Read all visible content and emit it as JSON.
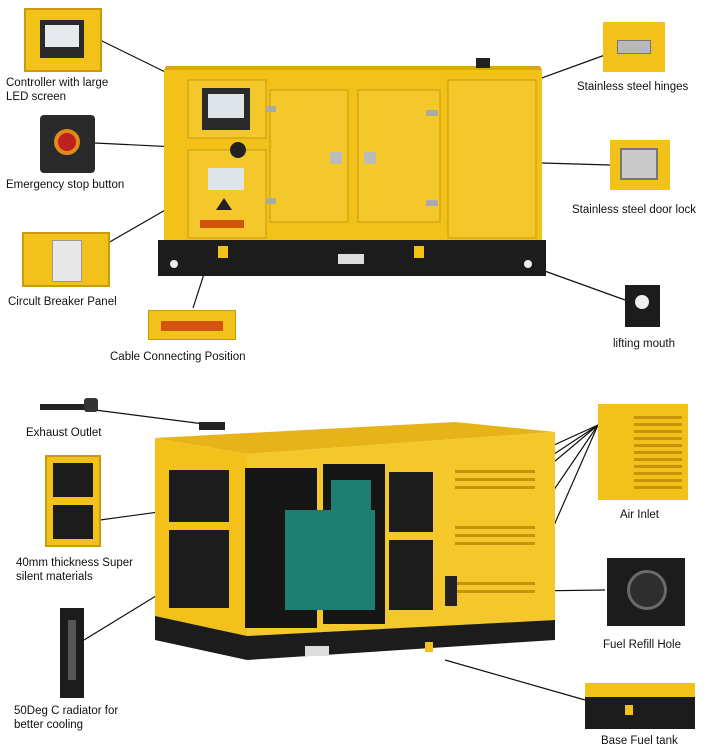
{
  "top_callouts": {
    "controller": "Controller with large\nLED screen",
    "emergency_stop": "Emergency stop button",
    "circuit_breaker": "Circult Breaker Panel",
    "cable_position": "Cable Connecting Position",
    "hinges": "Stainless steel hinges",
    "door_lock": "Stainless steel door lock",
    "lifting_mouth": "lifting mouth"
  },
  "bottom_callouts": {
    "exhaust": "Exhaust Outlet",
    "silent_materials": "40mm thickness Super\nsilent materials",
    "radiator": "50Deg C radiator for\nbetter cooling",
    "air_inlet": "Air Inlet",
    "fuel_refill": "Fuel Refill Hole",
    "fuel_tank": "Base Fuel tank"
  },
  "colors": {
    "canopy_yellow": "#f2c21b",
    "base_black": "#1c1c1c",
    "engine_teal": "#1f7f73"
  },
  "icons": [
    "controller-icon",
    "emergency-stop-icon",
    "breaker-panel-icon",
    "hinge-icon",
    "door-lock-icon",
    "lifting-mouth-icon",
    "exhaust-icon",
    "air-inlet-icon",
    "fuel-cap-icon",
    "radiator-icon",
    "fuel-tank-icon"
  ]
}
